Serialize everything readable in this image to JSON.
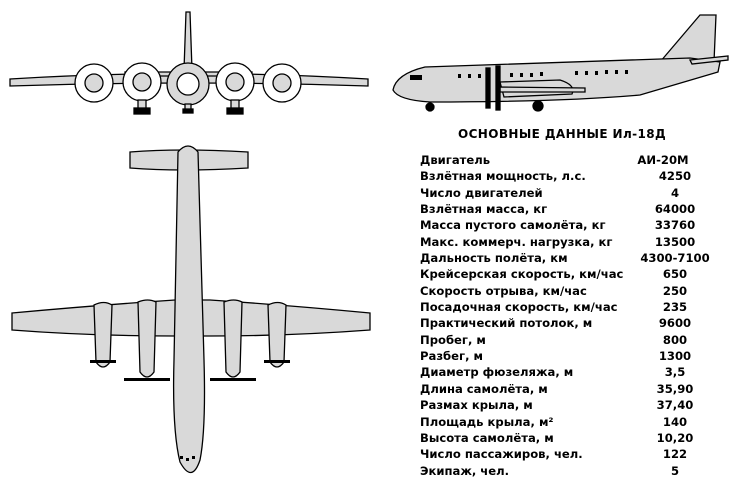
{
  "title": "ОСНОВНЫЕ ДАННЫЕ Ил-18Д",
  "specs": [
    {
      "label": "Двигатель",
      "value": "АИ-20М"
    },
    {
      "label": "Взлётная мощность, л.с.",
      "value": "4250"
    },
    {
      "label": "Число двигателей",
      "value": "4"
    },
    {
      "label": "Взлётная масса, кг",
      "value": "64000"
    },
    {
      "label": "Масса пустого самолёта, кг",
      "value": "33760"
    },
    {
      "label": "Макс. коммерч. нагрузка, кг",
      "value": "13500"
    },
    {
      "label": "Дальность полёта, км",
      "value": "4300-7100"
    },
    {
      "label": "Крейсерская скорость, км/час",
      "value": "650"
    },
    {
      "label": "Скорость отрыва, км/час",
      "value": "250"
    },
    {
      "label": "Посадочная скорость, км/час",
      "value": "235"
    },
    {
      "label": "Практический потолок, м",
      "value": "9600"
    },
    {
      "label": "Пробег, м",
      "value": "800"
    },
    {
      "label": "Разбег, м",
      "value": "1300"
    },
    {
      "label": "Диаметр фюзеляжа, м",
      "value": "3,5"
    },
    {
      "label": "Длина самолёта, м",
      "value": "35,90"
    },
    {
      "label": "Размах крыла, м",
      "value": "37,40"
    },
    {
      "label": "Площадь крыла, м²",
      "value": "140"
    },
    {
      "label": "Высота самолёта, м",
      "value": "10,20"
    },
    {
      "label": "Число пассажиров, чел.",
      "value": "122"
    },
    {
      "label": "Экипаж, чел.",
      "value": "5"
    }
  ],
  "colors": {
    "fill": "#d9d9d9",
    "ink": "#000000",
    "paper": "#ffffff"
  }
}
